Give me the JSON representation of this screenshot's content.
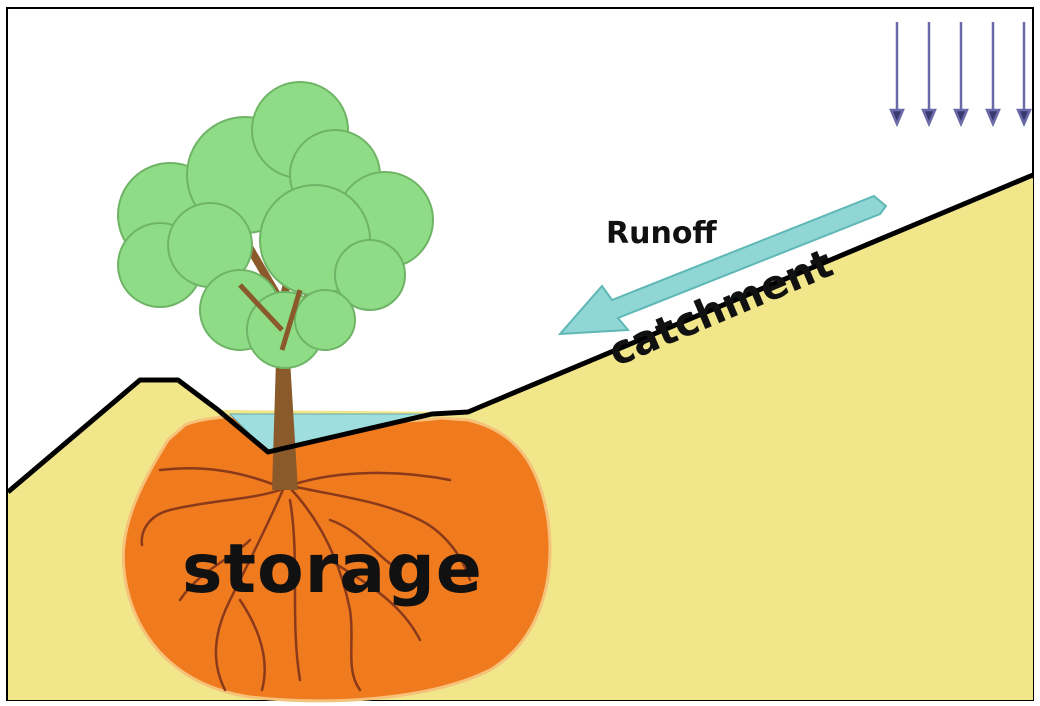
{
  "diagram": {
    "labels": {
      "runoff": "Runoff",
      "catchment": "catchment",
      "storage": "storage"
    },
    "colors": {
      "ground": "#f2e68a",
      "storage": "#f07a1e",
      "water": "#9fdede",
      "runoff_arrow": "#8fd6d4",
      "rain_arrows": "#6a6aa8",
      "foliage": "#8fdc86",
      "trunk": "#8a5a2b",
      "roots": "#8a3a1a",
      "outline": "#000000"
    },
    "icons": {
      "rain": "rain-arrows-icon",
      "runoff": "runoff-arrow-icon",
      "tree": "tree-icon"
    }
  }
}
